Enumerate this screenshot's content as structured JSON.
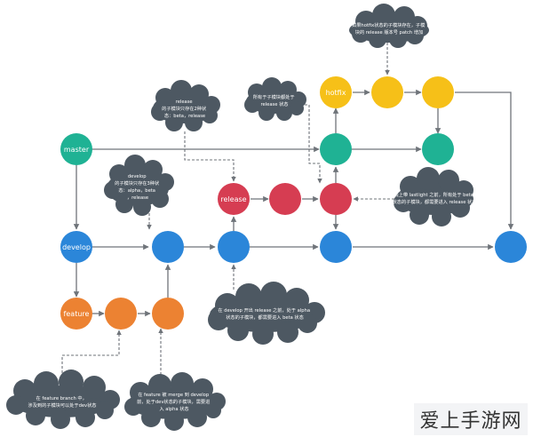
{
  "nodes": {
    "master": "master",
    "develop": "develop",
    "feature": "feature",
    "release": "release",
    "hotfix": "hotfix"
  },
  "notes": {
    "hotfix_note": [
      "如果hotfix状态的子模块存在，子模",
      "块的 release 版本号 patch 增加"
    ],
    "release_only_note": [
      "release",
      "的子模块只存在2种状",
      "态：beta，release"
    ],
    "hotfix_related_note": [
      "所有于子模块都处于",
      "release 状态"
    ],
    "develop_note": [
      "develop",
      "的子模块只存在3种状",
      "态：alpha，beta",
      "，release"
    ],
    "online_note": [
      "线上带 lastlight 之前，所有处于 beta",
      "状态的子模块，都需要进入 release 状态"
    ],
    "develop_release_note": [
      "在 develop 开出 release 之前，处于 alpha",
      "状态的子模块，都需要进入 beta 状态"
    ],
    "feature_branch_note": [
      "在 feature branch 中，",
      "涉及到的子模块可以处于dev状态"
    ],
    "feature_merge_note": [
      "在 feature 被 merge 到 develop",
      "前，处于dev状态的子模块，需要进",
      "入 alpha 状态"
    ]
  },
  "colors": {
    "master": "#1fb294",
    "develop": "#2b86d9",
    "feature": "#ec8232",
    "release": "#d63d52",
    "hotfix": "#f6c018",
    "cloud": "#4d5862",
    "line": "#6f747a"
  },
  "watermark": "爱上手游网"
}
